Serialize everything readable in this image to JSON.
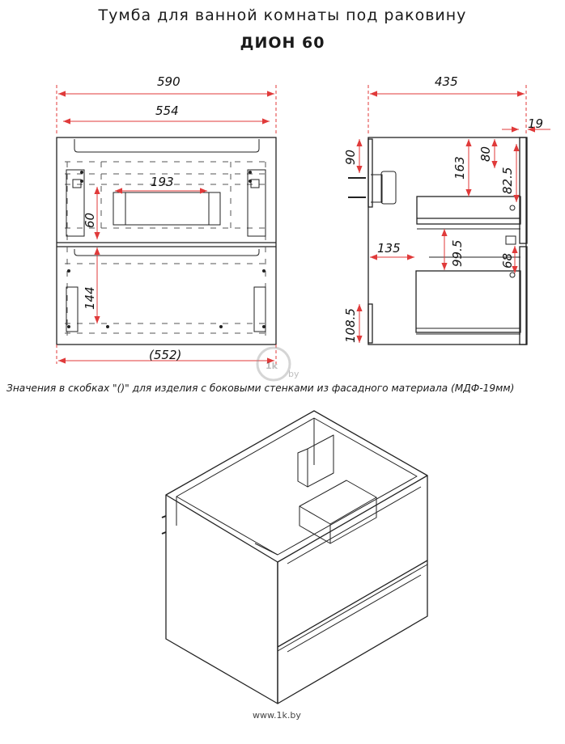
{
  "header": {
    "title": "Тумба для ванной комнаты под раковину",
    "model": "ДИОН 60"
  },
  "front_view": {
    "overall_width": "590",
    "inner_width": "554",
    "hole_spacing": "193",
    "top_rail_offset": "60",
    "bottom_rail_offset": "144",
    "alt_width": "(552)"
  },
  "side_view": {
    "depth": "435",
    "front_thickness": "19",
    "top_offset": "90",
    "drain_height": "163",
    "top_drawer_height": "80",
    "upper_gap": "82.5",
    "lower_depth": "135",
    "mid_height": "99.5",
    "handle_height": "68",
    "bottom_offset": "108.5"
  },
  "footnote": "Значения в скобках \"()\" для изделия с боковыми стенками из фасадного материала (МДФ-19мм)",
  "watermark": {
    "logo": "1k",
    "sub": "by",
    "url": "www.1k.by"
  },
  "colors": {
    "dimension_line": "#e03a3a",
    "outline": "#222222"
  }
}
